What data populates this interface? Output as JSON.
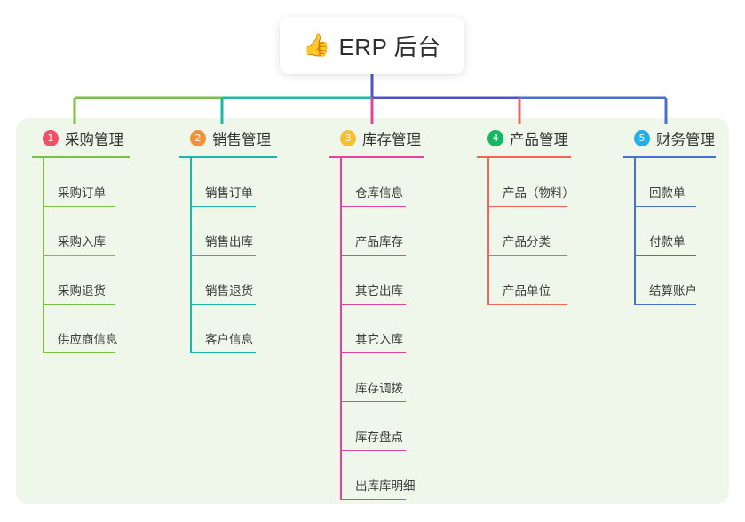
{
  "root": {
    "icon": "thumbs-up-icon",
    "icon_glyph": "👍",
    "title": "ERP 后台"
  },
  "palette": {
    "panel_background": "#eef7e9",
    "page_background": "#ffffff",
    "center_connector": "#4e54c8",
    "text": "#3c3c3c"
  },
  "columns": [
    {
      "number": "1",
      "title": "采购管理",
      "badge_color": "#f1506b",
      "line_color": "#7ac043",
      "items": [
        {
          "label": "采购订单"
        },
        {
          "label": "采购入库"
        },
        {
          "label": "采购退货"
        },
        {
          "label": "供应商信息"
        }
      ]
    },
    {
      "number": "2",
      "title": "销售管理",
      "badge_color": "#f0923a",
      "line_color": "#1cb8a5",
      "items": [
        {
          "label": "销售订单"
        },
        {
          "label": "销售出库"
        },
        {
          "label": "销售退货"
        },
        {
          "label": "客户信息"
        }
      ]
    },
    {
      "number": "3",
      "title": "库存管理",
      "badge_color": "#f5c033",
      "line_color": "#e5449b",
      "items": [
        {
          "label": "仓库信息"
        },
        {
          "label": "产品库存"
        },
        {
          "label": "其它出库"
        },
        {
          "label": "其它入库"
        },
        {
          "label": "库存调拨"
        },
        {
          "label": "库存盘点"
        },
        {
          "label": "出库库明细"
        }
      ]
    },
    {
      "number": "4",
      "title": "产品管理",
      "badge_color": "#13b863",
      "line_color": "#f4645c",
      "items": [
        {
          "label": "产品（物料）"
        },
        {
          "label": "产品分类"
        },
        {
          "label": "产品单位"
        }
      ]
    },
    {
      "number": "5",
      "title": "财务管理",
      "badge_color": "#21b0e8",
      "line_color": "#4a6fd0",
      "items": [
        {
          "label": "回款单"
        },
        {
          "label": "付款单"
        },
        {
          "label": "结算账户"
        }
      ]
    }
  ]
}
